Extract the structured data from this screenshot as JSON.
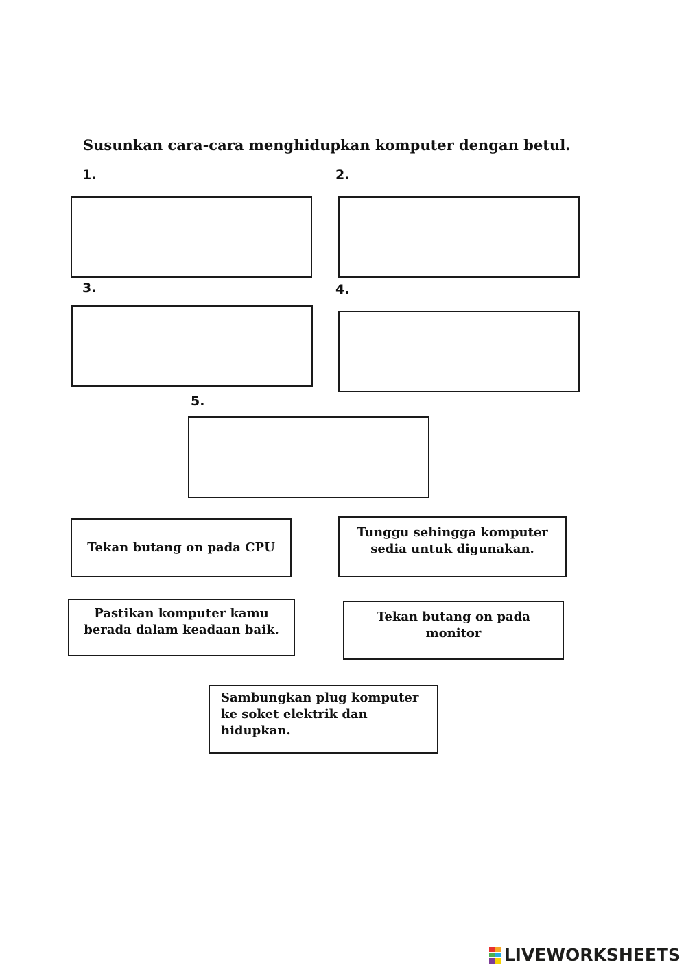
{
  "instruction": "Susunkan cara-cara menghidupkan komputer dengan betul.",
  "slots": [
    "1.",
    "2.",
    "3.",
    "4.",
    "5."
  ],
  "cards": [
    "Tekan butang on pada CPU",
    "Tunggu sehingga komputer\nsedia untuk digunakan.",
    "Pastikan komputer kamu\nberada dalam keadaan baik.",
    "Tekan butang on pada\nmonitor",
    "Sambungkan plug komputer\nke soket elektrik dan\nhidupkan."
  ],
  "brand": {
    "name": "LIVEWORKSHEETS",
    "logo_colors": [
      "#e8312f",
      "#f6a623",
      "#4caf50",
      "#29a8e0",
      "#7d3c98",
      "#f6d300"
    ]
  }
}
